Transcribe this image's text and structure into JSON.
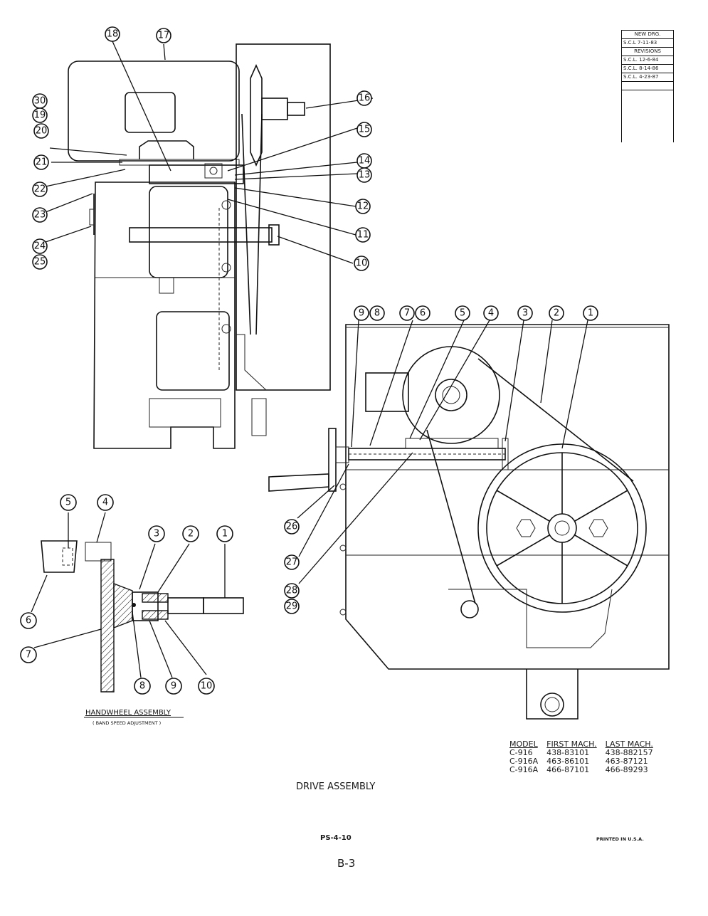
{
  "revision_block": {
    "new_drg": "NEW DRG.",
    "new_drg_entry": "S.C.L 7-11-83",
    "revisions_label": "REVISIONS",
    "entries": [
      "S.C.L. 12-6-84",
      "S.C.L. 8-14-86",
      "S.C.L. 4-23-87"
    ]
  },
  "side_view_callouts": [
    "30",
    "19",
    "20",
    "21",
    "22",
    "23",
    "24",
    "25",
    "18",
    "17",
    "16",
    "15",
    "14",
    "13",
    "12",
    "11",
    "10"
  ],
  "front_view_callouts": [
    "9",
    "8",
    "7",
    "6",
    "5",
    "4",
    "3",
    "2",
    "1",
    "26",
    "27",
    "28",
    "29"
  ],
  "handwheel_callouts": [
    "5",
    "4",
    "3",
    "2",
    "1",
    "6",
    "7",
    "8",
    "9",
    "10"
  ],
  "handwheel_title": "HANDWHEEL ASSEMBLY",
  "handwheel_subtitle": "( BAND SPEED ADJUSTMENT )",
  "model_table": {
    "headers": [
      "MODEL",
      "FIRST MACH.",
      "LAST MACH."
    ],
    "rows": [
      [
        "C-916",
        "438-83101",
        "438-882157"
      ],
      [
        "C-916A",
        "463-86101",
        "463-87121"
      ],
      [
        "C-916A",
        "466-87101",
        "466-89293"
      ]
    ]
  },
  "drawing_title": "DRIVE ASSEMBLY",
  "drawing_number": "PS-4-10",
  "printed": "PRINTED IN U.S.A.",
  "page": "B-3"
}
